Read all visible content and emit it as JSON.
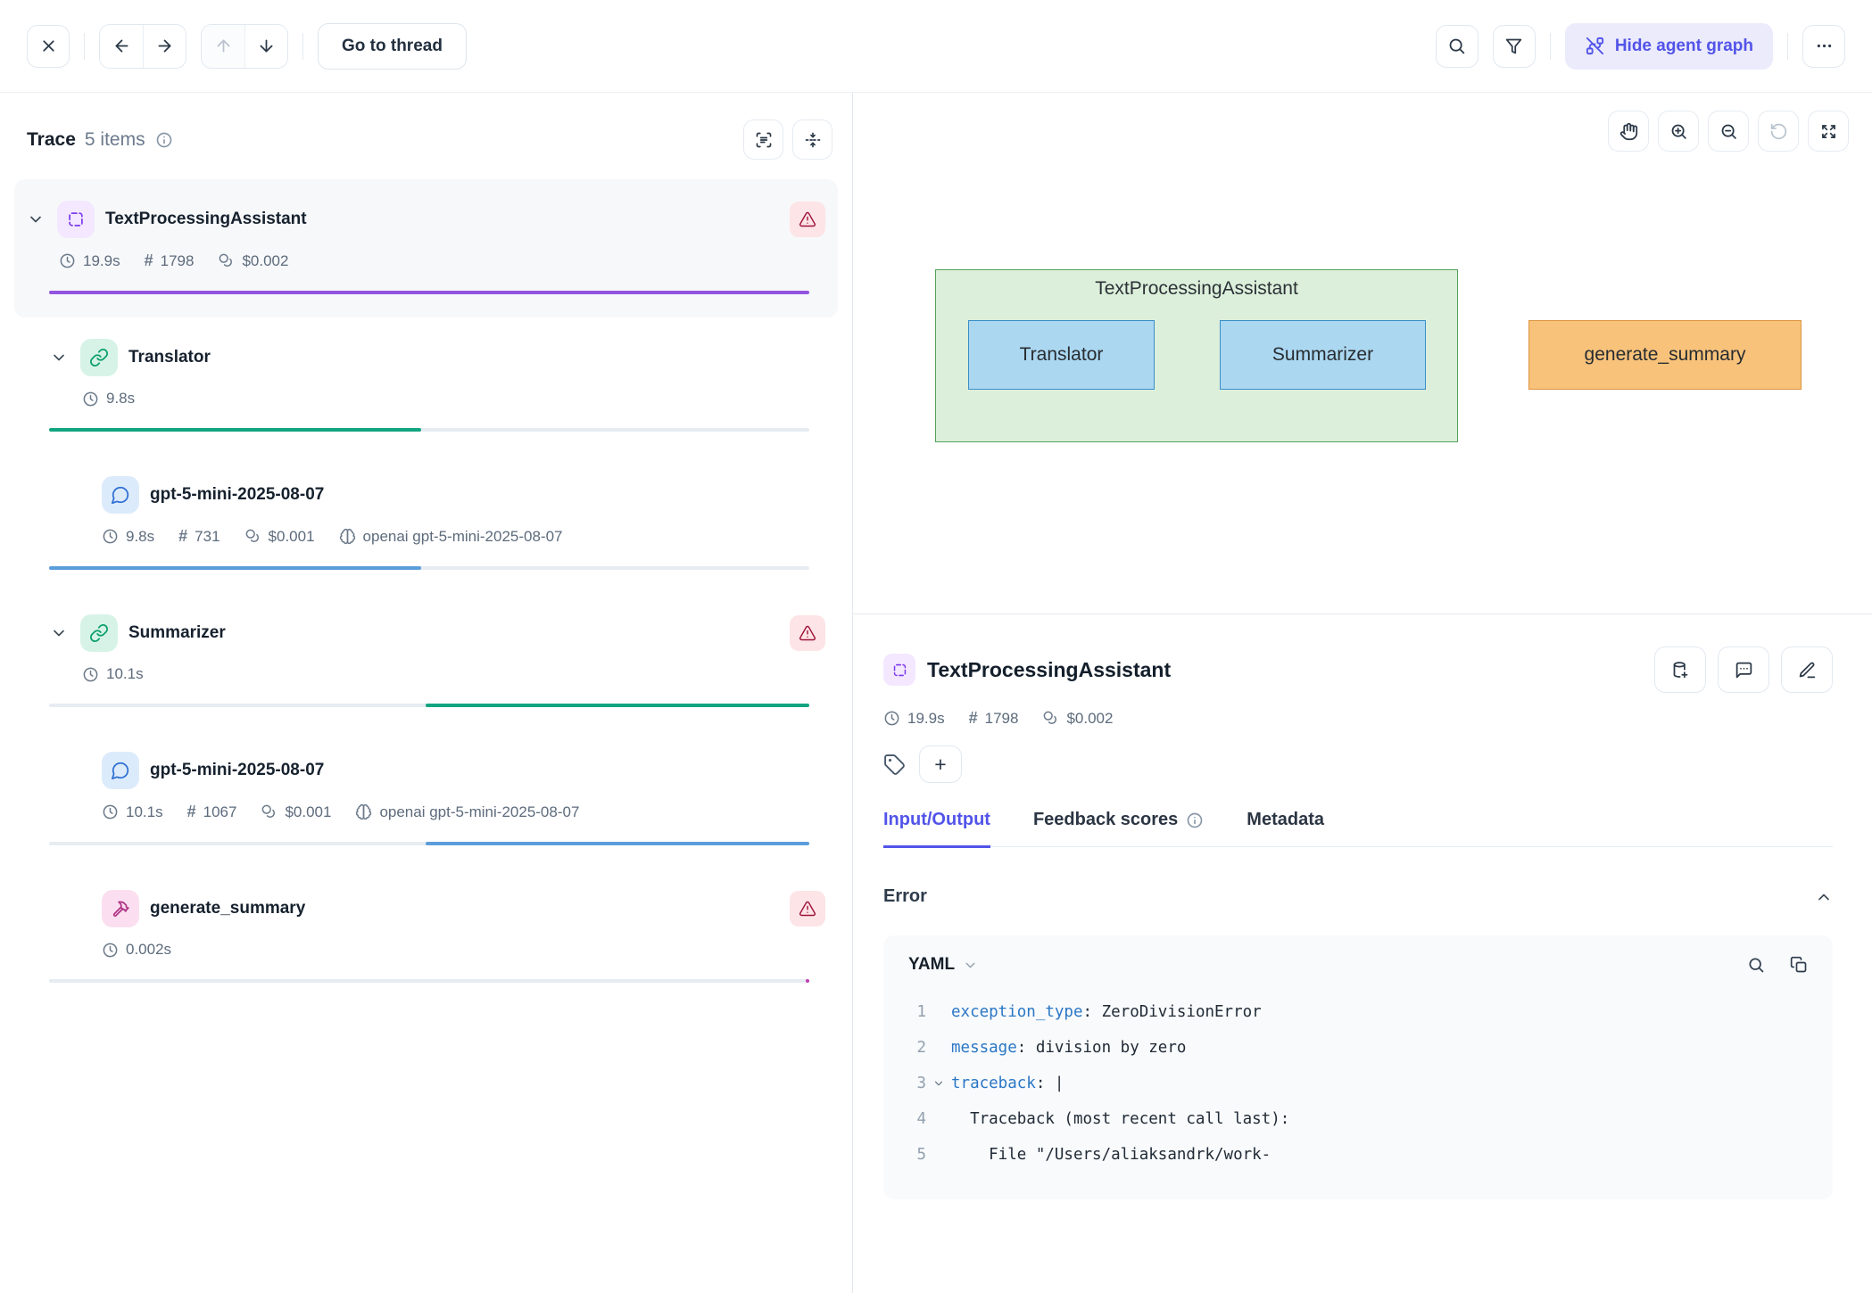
{
  "toolbar": {
    "go_to_thread": "Go to thread",
    "hide_agent_graph": "Hide agent graph"
  },
  "trace_panel": {
    "title": "Trace",
    "count": "5 items",
    "items": [
      {
        "name": "TextProcessingAssistant",
        "type": "agent",
        "duration": "19.9s",
        "tokens": "1798",
        "cost": "$0.002",
        "has_error": true,
        "bar": {
          "left": "0%",
          "width": "100%",
          "color": "#9254de"
        }
      },
      {
        "name": "Translator",
        "type": "chain",
        "duration": "9.8s",
        "bar": {
          "left": "0%",
          "width": "49%",
          "color": "#12a480"
        }
      },
      {
        "name": "gpt-5-mini-2025-08-07",
        "type": "llm",
        "duration": "9.8s",
        "tokens": "731",
        "cost": "$0.001",
        "provider": "openai gpt-5-mini-2025-08-07",
        "bar": {
          "left": "0%",
          "width": "49%",
          "color": "#5b9ddb"
        }
      },
      {
        "name": "Summarizer",
        "type": "chain",
        "duration": "10.1s",
        "has_error": true,
        "bar": {
          "left": "49.5%",
          "width": "50.5%",
          "color": "#12a480"
        }
      },
      {
        "name": "gpt-5-mini-2025-08-07",
        "type": "llm",
        "duration": "10.1s",
        "tokens": "1067",
        "cost": "$0.001",
        "provider": "openai gpt-5-mini-2025-08-07",
        "bar": {
          "left": "49.5%",
          "width": "50.5%",
          "color": "#5b9ddb"
        }
      },
      {
        "name": "generate_summary",
        "type": "tool",
        "duration": "0.002s",
        "has_error": true,
        "bar": {
          "left": "99.55%",
          "width": "0.45%",
          "color": "#c03fb0"
        }
      }
    ]
  },
  "graph": {
    "container": "TextProcessingAssistant",
    "nodes": [
      "Translator",
      "Summarizer",
      "generate_summary"
    ],
    "colors": {
      "container_fill": "#dcefdb",
      "container_border": "#55a15b",
      "node_fill": "#abd7f1",
      "node_border": "#3a8fc7",
      "tool_fill": "#f8c27a",
      "tool_border": "#dd9540"
    }
  },
  "details": {
    "title": "TextProcessingAssistant",
    "duration": "19.9s",
    "tokens": "1798",
    "cost": "$0.002",
    "tabs": {
      "input_output": "Input/Output",
      "feedback_scores": "Feedback scores",
      "metadata": "Metadata"
    },
    "error_section_title": "Error",
    "viewer_format": "YAML",
    "code": {
      "lines": [
        {
          "num": "1",
          "key": "exception_type",
          "rest": ": ZeroDivisionError"
        },
        {
          "num": "2",
          "key": "message",
          "rest": ": division by zero"
        },
        {
          "num": "3",
          "key": "traceback",
          "rest": ": |",
          "foldable": true
        },
        {
          "num": "4",
          "rest": "  Traceback (most recent call last):"
        },
        {
          "num": "5",
          "rest": "    File \"/Users/aliaksandrk/work-"
        }
      ]
    }
  },
  "colors": {
    "accent": "#5254e8",
    "accent_bg": "#ebebfc",
    "error_icon": "#9f1239",
    "error_bg": "#fde4e6"
  }
}
